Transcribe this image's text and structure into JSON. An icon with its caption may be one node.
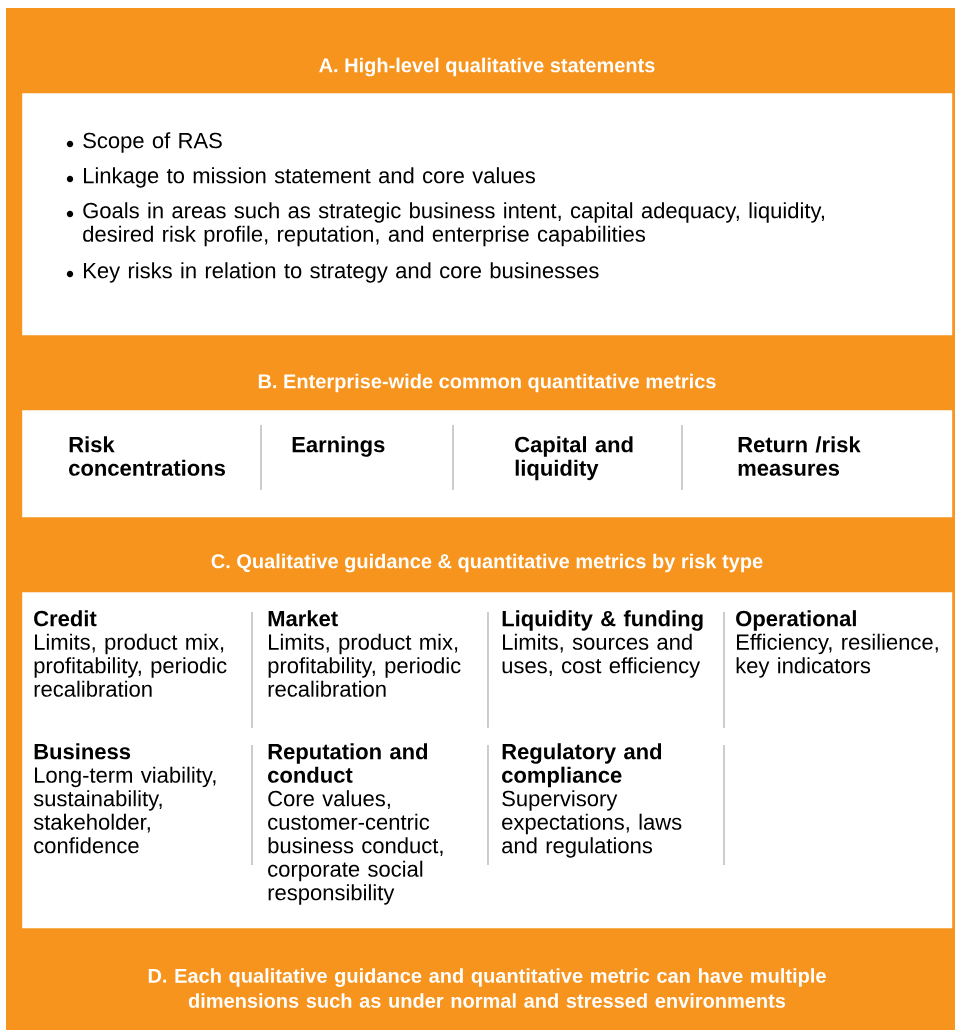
{
  "diagram": {
    "nodes": [
      {
        "text": [
          "A. High-level qualitative statements",
          "Scope of RAS",
          "Linkage to mission statement and core values",
          "Goals in areas such as strategic business intent, capital adequacy, liquidity, desired risk profile, reputation, and enterprise capabilities",
          "Key risks in relation to strategy and core businesses"
        ]
      },
      {
        "text": [
          "B. Enterprise-wide common quantitative metrics"
        ]
      },
      {
        "text": [
          "Risk concentrations"
        ],
        "in": 1
      },
      {
        "text": [
          "Earnings"
        ],
        "in": 1
      },
      {
        "text": [
          "Capital and liquidity"
        ],
        "in": 1
      },
      {
        "text": [
          "Return /risk measures"
        ],
        "in": 1
      },
      {
        "text": [
          "C. Qualitative guidance & quantitative metrics by risk type"
        ]
      },
      {
        "text": [
          "Credit",
          "Limits, product mix, profitability, periodic recalibration"
        ],
        "in": 6
      },
      {
        "text": [
          "Market",
          "Limits, product mix, profitability, periodic recalibration"
        ],
        "in": 6
      },
      {
        "text": [
          "Liquidity & funding",
          "Limits, sources and uses, cost efficiency"
        ],
        "in": 6
      },
      {
        "text": [
          "Operational",
          "Efficiency, resilience, key indicators"
        ],
        "in": 6
      },
      {
        "text": [
          "Business",
          "Long-term viability, sustainability, stakeholder, confidence"
        ],
        "in": 6
      },
      {
        "text": [
          "Reputation and conduct",
          "Core values, customer-centric business conduct, corporate social responsibility"
        ],
        "in": 6
      },
      {
        "text": [
          "Regulatory and compliance",
          "Supervisory expectations, laws and regulations"
        ],
        "in": 6
      }
    ],
    "labels": [
      "D. Each qualitative guidance and quantitative metric can have multiple dimensions such as under normal and stressed environments"
    ]
  }
}
